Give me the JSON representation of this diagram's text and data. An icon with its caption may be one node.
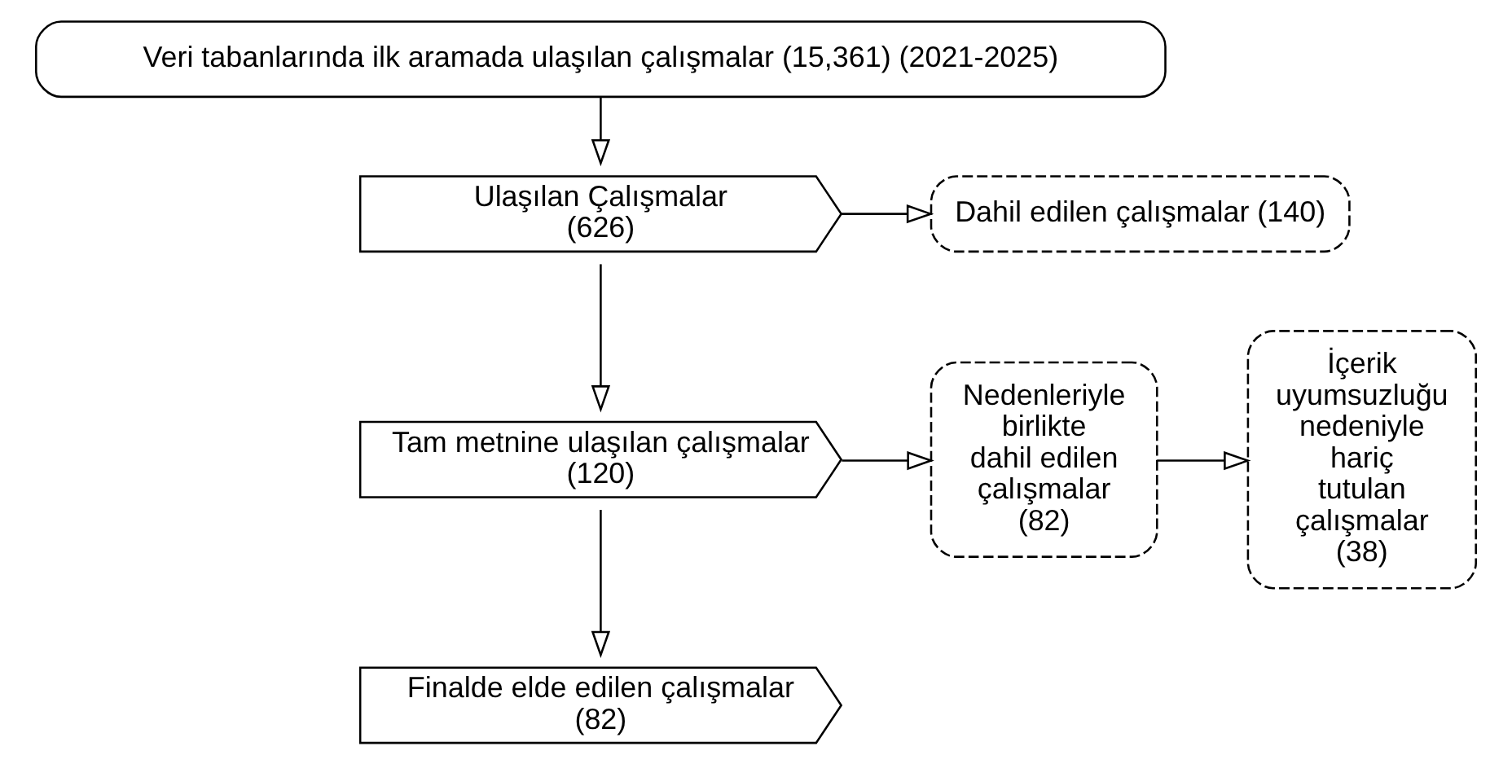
{
  "diagram": {
    "nodes": [
      {
        "text": [
          "Veri tabanlarında ilk aramada ulaşılan çalışmalar (15,361) (2021-2025)"
        ]
      },
      {
        "text": [
          "Ulaşılan Çalışmalar (626)"
        ]
      },
      {
        "text": [
          "Dahil edilen çalışmalar (140)"
        ]
      },
      {
        "text": [
          "Tam metnine ulaşılan çalışmalar (120)"
        ]
      },
      {
        "text": [
          "Nedenleriyle birlikte dahil edilen çalışmalar (82)"
        ]
      },
      {
        "text": [
          "İçerik uyumsuzluğu nedeniyle hariç tutulan çalışmalar (38)"
        ]
      },
      {
        "text": [
          "Finalde elde edilen çalışmalar (82)"
        ]
      }
    ],
    "edges": [
      {
        "from": 0,
        "to": 1,
        "arrow": "to"
      },
      {
        "from": 1,
        "to": 2,
        "arrow": "to"
      },
      {
        "from": 1,
        "to": 3,
        "arrow": "to"
      },
      {
        "from": 3,
        "to": 4,
        "arrow": "to"
      },
      {
        "from": 4,
        "to": 5,
        "arrow": "to"
      },
      {
        "from": 3,
        "to": 6,
        "arrow": "to"
      }
    ]
  }
}
